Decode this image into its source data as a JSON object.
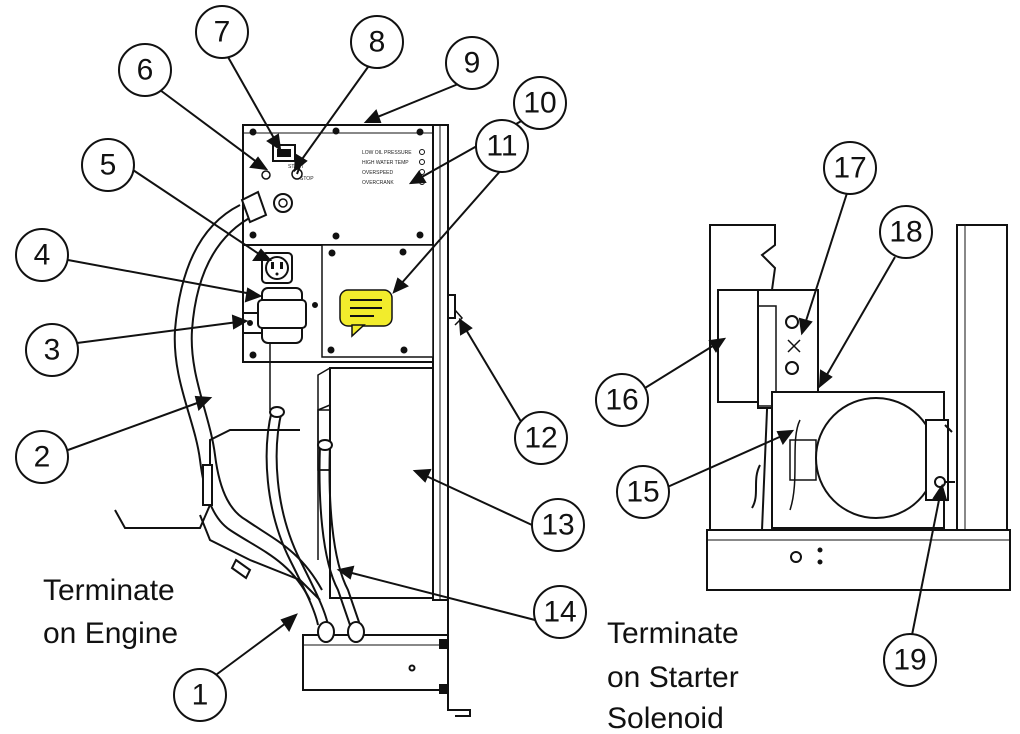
{
  "callouts": [
    "1",
    "2",
    "3",
    "4",
    "5",
    "6",
    "7",
    "8",
    "9",
    "10",
    "11",
    "12",
    "13",
    "14",
    "15",
    "16",
    "17",
    "18",
    "19"
  ],
  "labels": {
    "engine": [
      "Terminate",
      "on Engine"
    ],
    "starter": [
      "Terminate",
      "on Starter",
      "Solenoid"
    ]
  },
  "panel_lamps": [
    "LOW OIL PRESSURE",
    "HIGH WATER TEMP",
    "OVERSPEED",
    "OVERCRANK"
  ],
  "panel_switch_labels": [
    "START",
    "STOP"
  ],
  "comment_icon": {
    "name": "speech-bubble-icon",
    "color": "#f2ec2c"
  }
}
